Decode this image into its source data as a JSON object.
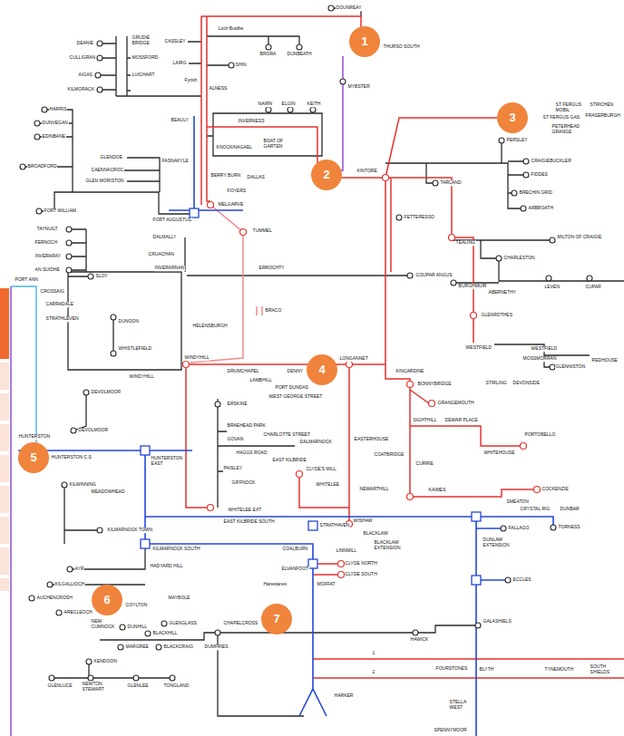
{
  "diagram": {
    "nodes": [
      {
        "text": [
          "1"
        ]
      },
      {
        "text": [
          "2"
        ]
      },
      {
        "text": [
          "3"
        ]
      },
      {
        "text": [
          "4"
        ]
      },
      {
        "text": [
          "5"
        ]
      },
      {
        "text": [
          "6"
        ]
      },
      {
        "text": [
          "7"
        ]
      }
    ],
    "labels": [
      "DOUNREAY",
      "Loch Buidhe",
      "BRORA",
      "DUNBEATH",
      "THURSO SOUTH",
      "MYBSTER",
      "SHIN",
      "DEANIE",
      "CULLIGRAN",
      "AIGAS",
      "KILMORACK",
      "GRUDIE BRIDGE",
      "CASSLEY",
      "MOSSFORD",
      "LAIRG",
      "LUICHART",
      "Fyrish",
      "ALNESS",
      "HARRIS",
      "DUNVEGAN",
      "EDINBANE",
      "BROADFORD",
      "BEAULY",
      "NAIRN",
      "ELGIN",
      "KEITH",
      "INVERNESS",
      "KNOCKINAGAEL",
      "BOAT OF GARTEN",
      "BERRY BURN",
      "DALLAS",
      "FOYERS",
      "FASNAKYLE",
      "GLENDOE",
      "CAENNACROC",
      "GLEN MORISTON",
      "FORT WILLIAM",
      "FORT AUGUSTUS",
      "MELGARVE",
      "KINTORE",
      "ST FERGUS MOBIL",
      "STRICHEN",
      "ST FERGUS GAS",
      "FRASERBURGH",
      "PETERHEAD GRANGE",
      "PERSLEY",
      "CRAIGIEBUCKLER",
      "FIDDES",
      "TARLAND",
      "BRECHIN GRID",
      "ARBROATH",
      "FETTERESSO",
      "TUMMEL",
      "DALMALLY",
      "CRUACHAN",
      "INVERARNAN",
      "ERROCHTY",
      "TEALING",
      "MILTON OF CRAIGIE",
      "CHARLESTON",
      "COUPAR ANGUS",
      "BURGHMUIR",
      "ABERNETHY",
      "LEVEN",
      "CUPAR",
      "TAYNUILT",
      "FERNOCH",
      "INVERARAY",
      "AN SUIDHE",
      "PORT ANN",
      "CROSSAIG",
      "CARRADALE",
      "STRATHLEVEN",
      "SLOY",
      "BRACO",
      "DUNOON",
      "HELENSBURGH",
      "WHISTLEFIELD",
      "GLENROTHES",
      "WESTFIELD",
      "WESTFIELD",
      "MOSSMORRAN",
      "GLENNISTON",
      "REDHOUSE",
      "WINDYHILL",
      "WINDYHILL",
      "DRUMCHAPEL",
      "DENNY",
      "LONGANNET",
      "KINCARDINE",
      "BONNYBRIDGE",
      "STIRLING",
      "DEVONSIDE",
      "LAMBHILL",
      "PORT DUNDAS",
      "WEST GEORGE STREET",
      "DEVOLMOOR",
      "ERSKINE",
      "GRANGEMOUTH",
      "BRAEHEAD PARK",
      "DEVOLMOOR",
      "CHARLOTTE STREET",
      "SIGHTHILL",
      "DEWAR PLACE",
      "PORTOBELLO",
      "DALMARNOCK",
      "EASTERHOUSE",
      "GOVAN",
      "HAGGS ROAD",
      "COATBRIDGE",
      "WHITEHOUSE",
      "CURRIE",
      "EAST KILBRIDE",
      "CLYDE'S MILL",
      "PAISLEY",
      "GIFFNOCK",
      "WHITELEE",
      "NEWARTHILL",
      "KAIMES",
      "COCKENZIE",
      "SMEATON",
      "CRYSTAL RIG",
      "DUNBAR",
      "FALLAGO",
      "TORNESS",
      "WHITELEE EXT",
      "EAST KILBRIDE SOUTH",
      "STRATHAVEN",
      "WISHAW",
      "BLACKLAW",
      "HUNTERSTON",
      "HUNTERSTON C.S",
      "HUNTERSTON EAST",
      "KILWINNING",
      "MEADOWHEAD",
      "KILMARNOCK TOWN",
      "KILMARNOCK SOUTH",
      "COALBURN",
      "LINNMILL",
      "BLACKLAW EXTENSION",
      "DUNLAW EXTENSION",
      "ECCLES",
      "AYR",
      "KILGALLIOCH",
      "HADYARD HILL",
      "AUCHENCROSH",
      "ARECLEOCH",
      "COYLTON",
      "MAYBOLE",
      "NEW CUMNOCK",
      "DUNHILL",
      "GLENGLASS",
      "BLACKHILL",
      "MARGREE",
      "BLACKCRAIG",
      "ELVANFOOT",
      "CLYDE NORTH",
      "CLYDE SOUTH",
      "Harestanes",
      "MOFFAT",
      "GALASHIELS",
      "CHAPELCROSS",
      "DUMFRIES",
      "HAWICK",
      "KENDOON",
      "GLENLUCE",
      "NEWTON STEWART",
      "GLENLEE",
      "TONGLAND",
      "HARKER",
      "FOURSTONES",
      "1",
      "2",
      "BLYTH",
      "TYNEMOUTH",
      "SOUTH SHIELDS",
      "STELLA WEST",
      "SPENNYMOOR"
    ]
  }
}
